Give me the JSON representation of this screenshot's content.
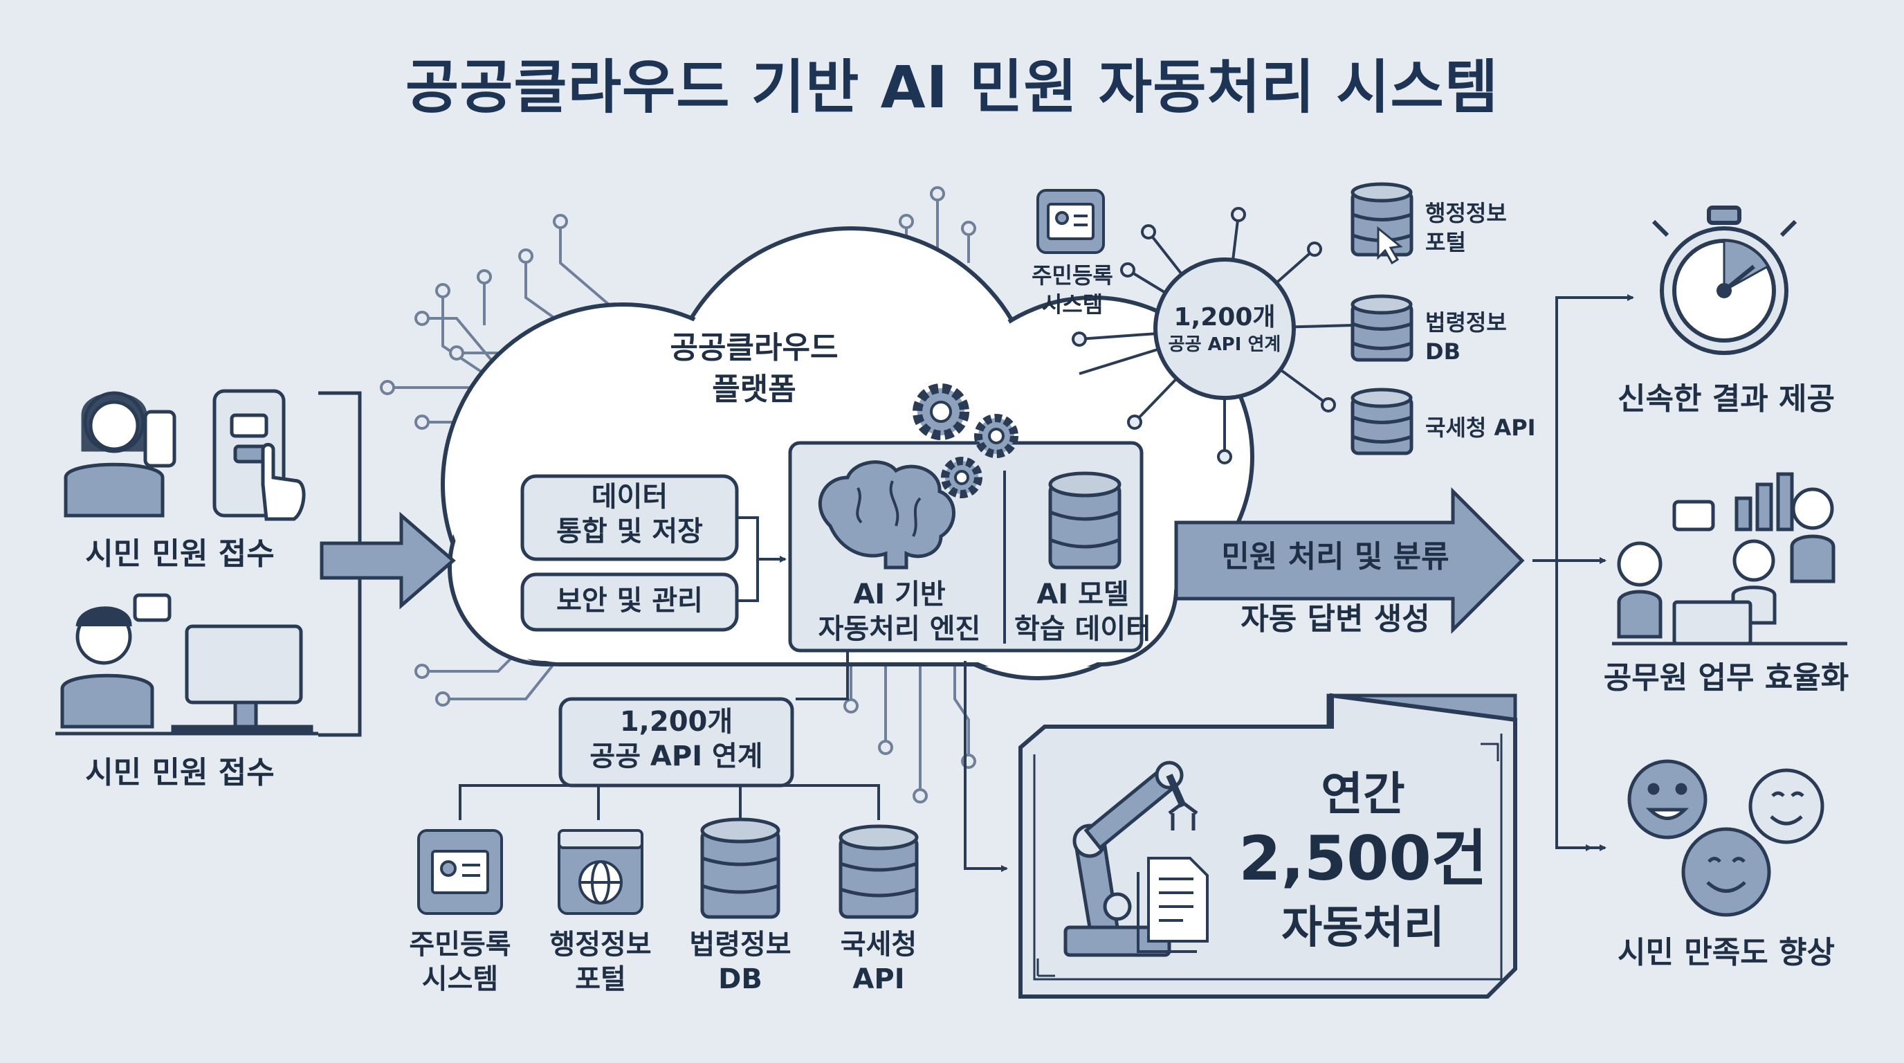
{
  "title": "공공클라우드 기반 AI 민원 자동처리 시스템",
  "citizen": {
    "intake_top": "시민 민원 접수",
    "intake_bottom": "시민 민원 접수"
  },
  "cloud": {
    "title_line1": "공공클라우드",
    "title_line2": "플랫폼",
    "data_line1": "데이터",
    "data_line2": "통합 및 저장",
    "security": "보안 및 관리",
    "engine_line1": "AI 기반",
    "engine_line2": "자동처리 엔진",
    "model_line1": "AI 모델",
    "model_line2": "학습 데이터"
  },
  "hub_top": {
    "line1": "1,200개",
    "line2": "공공 API 연계",
    "resident_line1": "주민등록",
    "resident_line2": "시스템",
    "admin_line1": "행정정보",
    "admin_line2": "포털",
    "law_line1": "법령정보",
    "law_line2": "DB",
    "tax": "국세청 API"
  },
  "hub_bottom": {
    "line1": "1,200개",
    "line2": "공공 API 연계",
    "resident_line1": "주민등록",
    "resident_line2": "시스템",
    "admin_line1": "행정정보",
    "admin_line2": "포털",
    "law_line1": "법령정보",
    "law_line2": "DB",
    "tax_line1": "국세청",
    "tax_line2": "API"
  },
  "process_arrow": {
    "line1": "민원 처리 및 분류",
    "line2": "자동 답변 생성"
  },
  "annual": {
    "line1": "연간",
    "line2": "2,500건",
    "line3": "자동처리"
  },
  "outcomes": {
    "fast": "신속한 결과 제공",
    "efficiency": "공무원 업무 효율화",
    "satisfaction": "시민 만족도 향상"
  },
  "colors": {
    "background": "#e6ebf1",
    "ink": "#1f2f45",
    "fill_blue": "#8fa2bd",
    "panel": "#dfe6ee"
  }
}
